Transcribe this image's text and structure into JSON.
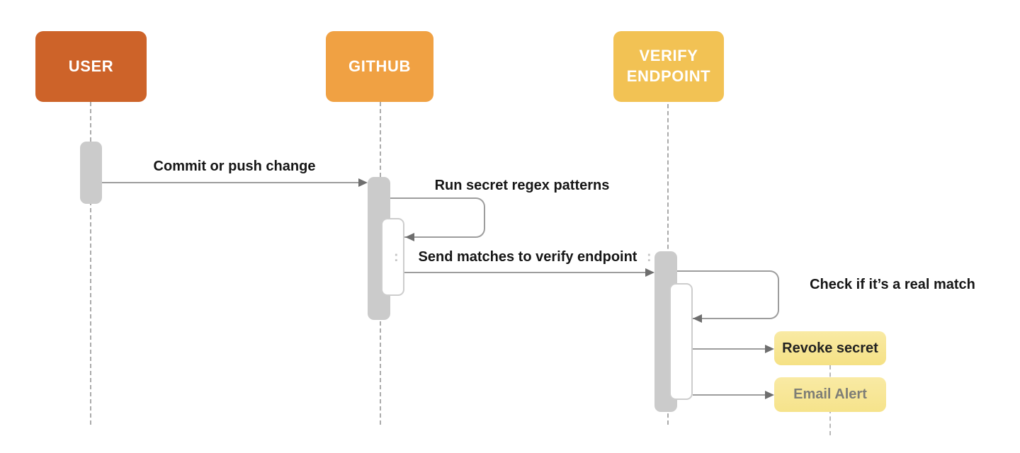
{
  "actors": [
    {
      "label": "USER",
      "fill": "#cd6329",
      "text_color": "#ffffff"
    },
    {
      "label": "GITHUB",
      "fill": "#f0a143",
      "text_color": "#ffffff"
    },
    {
      "label": "VERIFY ENDPOINT",
      "fill": "#f2c254",
      "text_color": "#ffffff"
    }
  ],
  "messages": {
    "commit": {
      "label": "Commit or push change",
      "from": "USER",
      "to": "GITHUB"
    },
    "run_regex": {
      "label": "Run secret regex patterns",
      "actor": "GITHUB",
      "kind": "self-call"
    },
    "send_matches": {
      "label": "Send matches to verify endpoint",
      "prefix_mark": ":",
      "suffix_mark": ":",
      "from": "GITHUB",
      "to": "VERIFY ENDPOINT"
    },
    "check_match": {
      "label": "Check if it’s a real match",
      "actor": "VERIFY ENDPOINT",
      "kind": "self-call"
    }
  },
  "notes": {
    "revoke": {
      "label": "Revoke secret",
      "fill": "#f6e28b",
      "text_color": "#222222"
    },
    "email": {
      "label": "Email Alert",
      "fill": "#f7e48f",
      "text_color": "#7e7e76"
    }
  },
  "colors": {
    "activation_bar": "#cbcbcb",
    "inner_bar_border": "#cdcdcd",
    "message_line": "#9d9d9d",
    "arrowhead": "#6e6e6e",
    "lifeline": "#ababab",
    "message_text": "#161616",
    "background": "#ffffff"
  }
}
